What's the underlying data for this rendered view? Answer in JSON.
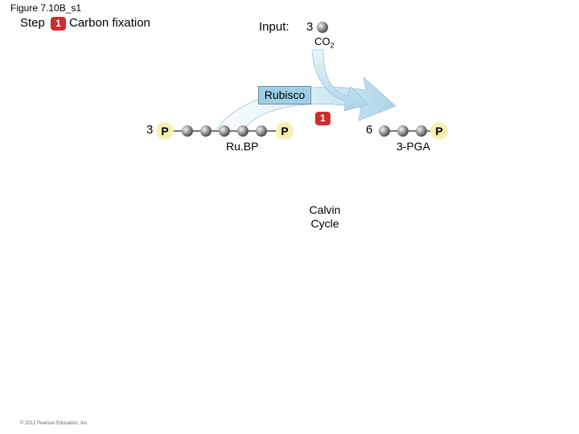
{
  "figure_title": "Figure 7.10B_s1",
  "step": {
    "word": "Step",
    "number": "1",
    "name": "Carbon fixation"
  },
  "input": {
    "label": "Input:",
    "count": "3",
    "molecule": "CO",
    "subscript": "2"
  },
  "enzyme": "Rubisco",
  "cycle_step_number": "1",
  "rubp": {
    "count": "3",
    "phosphate": "P",
    "name": "Ru.BP"
  },
  "pga": {
    "count": "6",
    "phosphate": "P",
    "name": "3-PGA"
  },
  "center_label": {
    "line1": "Calvin",
    "line2": "Cycle"
  },
  "copyright": "© 2012 Pearson Education, Inc.",
  "colors": {
    "badge": "#d22b2b",
    "arrow": "#a9d3e8",
    "phosphate": "#f6f0b4",
    "carbon": "#8f8f8f"
  }
}
